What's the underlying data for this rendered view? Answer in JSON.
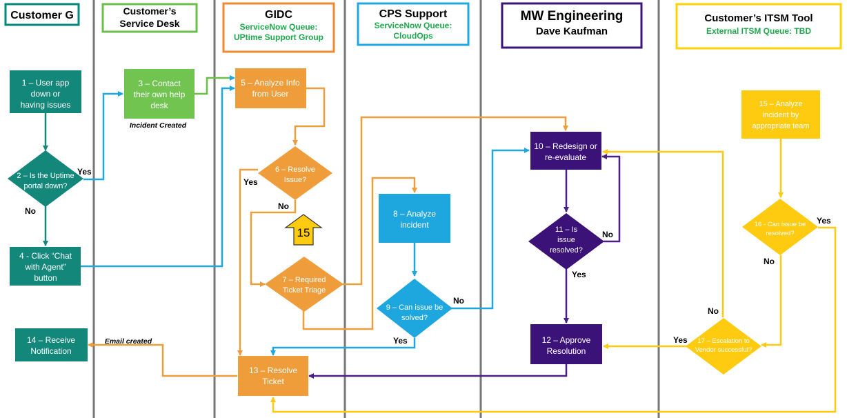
{
  "lanes": {
    "customer": {
      "title": "Customer G",
      "color": "#00897b"
    },
    "service_desk": {
      "title_line1": "Customer’s",
      "title_line2": "Service Desk",
      "color": "#6abf4b"
    },
    "gidc": {
      "title": "GIDC",
      "sub1": "ServiceNow Queue:",
      "sub2": "UPtime Support Group",
      "color": "#f0892c"
    },
    "cps": {
      "title": "CPS Support",
      "sub1": "ServiceNow Queue:",
      "sub2": "CloudOps",
      "color": "#1fa8e0"
    },
    "mw": {
      "title": "MW Engineering",
      "sub1": "Dave Kaufman",
      "color": "#3b1478"
    },
    "itsm": {
      "title": "Customer’s ITSM Tool",
      "sub1": "External ITSM Queue: TBD",
      "color": "#ffd200",
      "sub_color": "#1daa4c"
    }
  },
  "sub_color": "#1daa4c",
  "colors": {
    "teal": "#12877a",
    "green": "#72c451",
    "orange": "#ef9d3a",
    "blue": "#1ea6df",
    "purple": "#3a1278",
    "yellow": "#fecb10",
    "line_orange": "#ef9d3a",
    "line_blue": "#1ea6df",
    "line_purple": "#4a1f88",
    "line_yellow": "#fecb10",
    "line_teal": "#12877a",
    "divider": "#777777"
  },
  "nodes": {
    "n1": [
      "1 – User app",
      "down or",
      "having issues"
    ],
    "n2": [
      "2 – Is the Uptime",
      "portal down?"
    ],
    "n3": [
      "3 – Contact",
      "their own help",
      "desk"
    ],
    "n4": [
      "4 - Click “Chat",
      "with Agent”",
      "button"
    ],
    "n5": [
      "5 – Analyze Info",
      "from User"
    ],
    "n6": [
      "6 – Resolve",
      "Issue?"
    ],
    "n7": [
      "7 – Required",
      "Ticket Triage"
    ],
    "n8": [
      "8 – Analyze",
      "incident"
    ],
    "n9": [
      "9 – Can issue be",
      "solved?"
    ],
    "n10": [
      "10 – Redesign or",
      "re-evaluate"
    ],
    "n11": [
      "11 – Is",
      "issue",
      "resolved?"
    ],
    "n12": [
      "12 – Approve",
      "Resolution"
    ],
    "n13": [
      "13 – Resolve",
      "Ticket"
    ],
    "n14": [
      "14 – Receive",
      "Notification"
    ],
    "n15": [
      "15 – Analyze",
      "incident by",
      "appropriate team"
    ],
    "n16": [
      "16 - Can issue be",
      "resolved?"
    ],
    "n17": [
      "17 – Escalation to",
      "Vendor successful?"
    ]
  },
  "badge_15": "15",
  "notes": {
    "incident_created": "Incident Created",
    "email_created": "Email created"
  },
  "labels": {
    "yes": "Yes",
    "no": "No"
  }
}
